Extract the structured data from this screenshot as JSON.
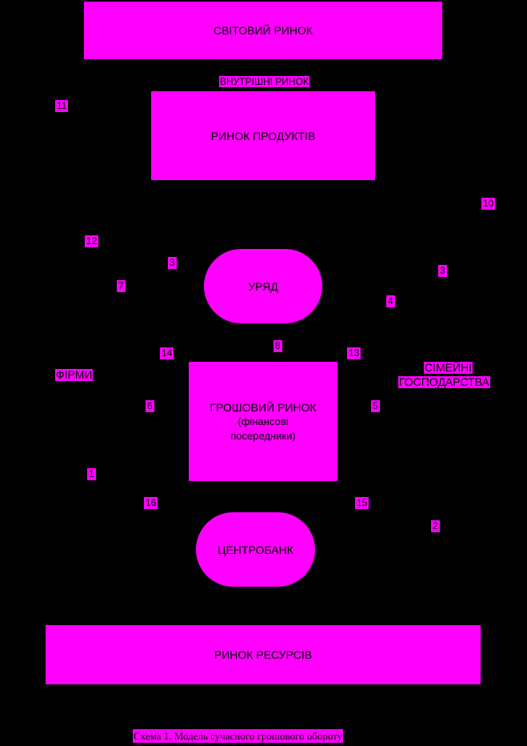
{
  "nodes": {
    "world_market": "СВІТОВИЙ РИНОК",
    "domestic_market": "ВНУТРІШНІ РИНОК",
    "product_market": "РИНОК ПРОДУКТІВ",
    "government": "УРЯД",
    "firms": "ФІРМИ",
    "households_line1": "СІМЕЙНІ",
    "households_line2": "ГОСПОДАРСТВА",
    "money_market_line1": "ГРОШОВИЙ РИНОК",
    "money_market_line2": "(фінансові",
    "money_market_line3": "посередники)",
    "central_bank": "ЦЕНТРОБАНК",
    "resource_market": "РИНОК РЕСУРСІВ"
  },
  "flow_numbers": {
    "n11": "11",
    "n10": "10",
    "n12": "12",
    "n3a": "3",
    "n7": "7",
    "n3b": "3",
    "n4": "4",
    "n14": "14",
    "n8": "8",
    "n13": "13",
    "n6": "6",
    "n5": "5",
    "n1": "1",
    "n16": "16",
    "n15": "15",
    "n2": "2"
  },
  "caption": "Схема 1. Модель сучасного грошового обороту"
}
